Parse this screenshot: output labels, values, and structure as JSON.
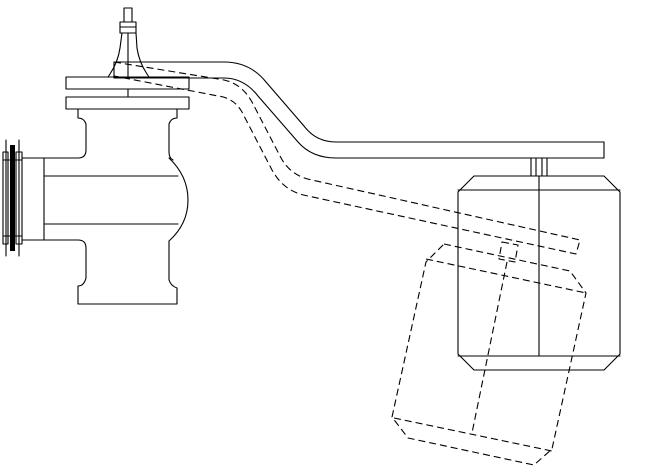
{
  "drawing": {
    "ink": "#000000",
    "background": "#ffffff",
    "style": "line-drawing",
    "components": [
      {
        "name": "valve-body",
        "style": "solid"
      },
      {
        "name": "pipe-flange",
        "style": "solid"
      },
      {
        "name": "valve-stem",
        "style": "solid"
      },
      {
        "name": "lever-arm",
        "style": "solid",
        "state": "closed"
      },
      {
        "name": "counterweight",
        "style": "solid",
        "state": "closed"
      },
      {
        "name": "lever-arm-swung",
        "style": "dashed",
        "state": "open"
      },
      {
        "name": "counterweight-swung",
        "style": "dashed",
        "state": "open"
      }
    ]
  }
}
